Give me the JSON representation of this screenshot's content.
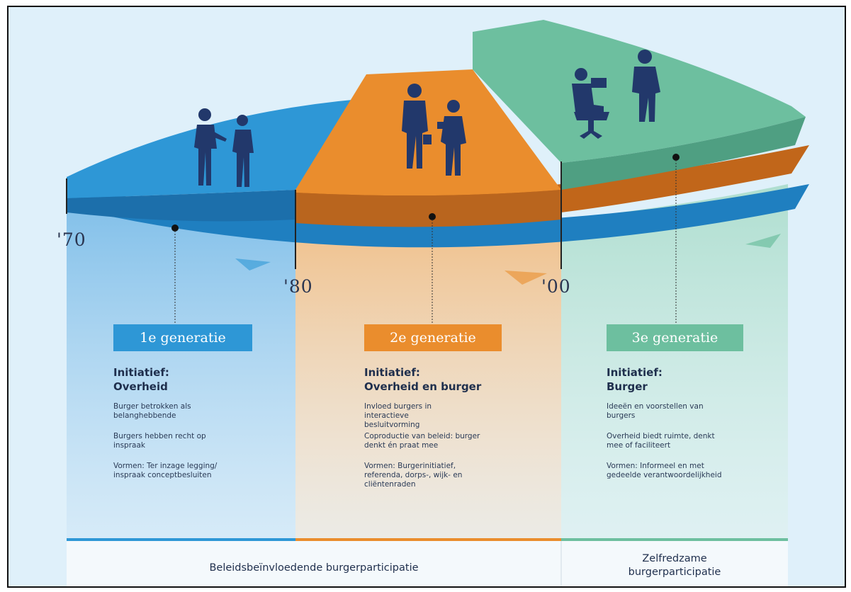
{
  "colors": {
    "blue": "#2e97d6",
    "orange": "#ea8d2d",
    "green": "#6dbf9f",
    "text": "#1f2f4d"
  },
  "icons": [
    "people-talking-silhouette-icon",
    "people-discussing-silhouette-icon",
    "person-at-desk-silhouette-icon"
  ],
  "years": [
    "'70",
    "'80",
    "'00"
  ],
  "generations": [
    {
      "badge": "1e generatie",
      "initiative_label": "Initiatief:",
      "initiative_value": "Overheid",
      "points": [
        "Burger betrokken als belanghebbende",
        "Burgers hebben recht op inspraak",
        "Vormen: Ter inzage legging/ inspraak conceptbesluiten"
      ]
    },
    {
      "badge": "2e generatie",
      "initiative_label": "Initiatief:",
      "initiative_value": "Overheid en burger",
      "points": [
        "Invloed burgers in interactieve besluitvorming",
        "Coproductie van beleid: burger denkt én praat mee",
        "Vormen: Burgerinitiatief, referenda, dorps-, wijk- en cliëntenraden"
      ]
    },
    {
      "badge": "3e generatie",
      "initiative_label": "Initiatief:",
      "initiative_value": "Burger",
      "points": [
        "Ideeën en voorstellen van burgers",
        "Overheid biedt ruimte, denkt mee of faciliteert",
        "Vormen: Informeel en met gedeelde verantwoordelijkheid"
      ]
    }
  ],
  "footer": {
    "left": "Beleidsbeïnvloedende burgerparticipatie",
    "right": "Zelfredzame burgerparticipatie"
  }
}
